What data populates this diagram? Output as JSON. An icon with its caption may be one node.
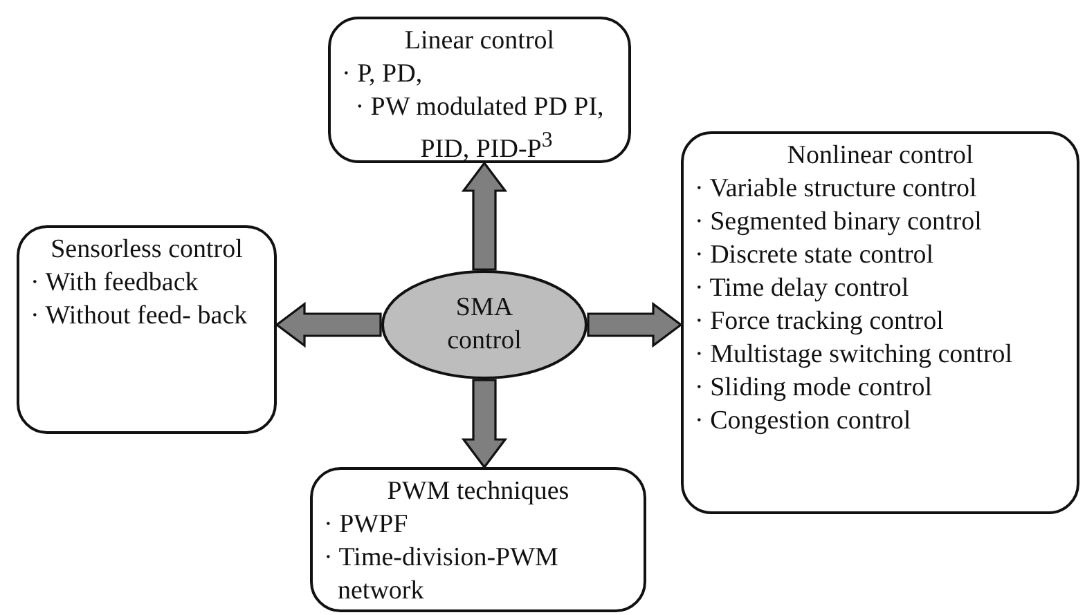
{
  "diagram": {
    "nodes": [
      {
        "text": [
          "SMA control"
        ]
      },
      {
        "text": [
          "Linear control",
          "· P, PD,",
          "· PW modulated PD PI, PID, PID-P$^{3}$"
        ]
      },
      {
        "text": [
          "Nonlinear control",
          "· Variable structure control",
          "· Segmented binary control",
          "· Discrete state control",
          "· Time delay control",
          "· Force tracking control",
          "· Multistage switching control",
          "· Sliding mode control",
          "· Congestion control"
        ]
      },
      {
        "text": [
          "PWM techniques",
          "· PWPF",
          "· Time-division-PWM network"
        ]
      },
      {
        "text": [
          "Sensorless control",
          "· With feedback",
          "· Without feed- back"
        ]
      }
    ],
    "edges": [
      {
        "from": 0,
        "to": 1,
        "arrow": "to"
      },
      {
        "from": 0,
        "to": 2,
        "arrow": "to"
      },
      {
        "from": 0,
        "to": 3,
        "arrow": "to"
      },
      {
        "from": 0,
        "to": 4,
        "arrow": "to"
      }
    ]
  }
}
